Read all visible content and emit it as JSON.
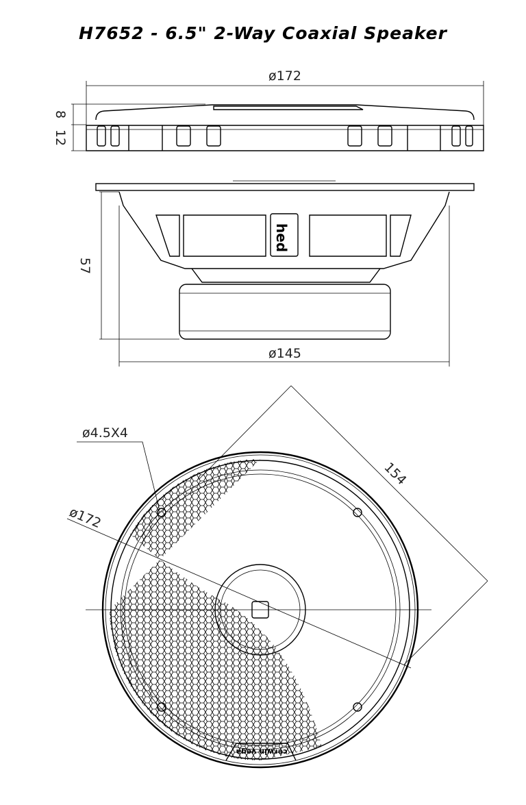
{
  "title": "H7652 - 6.5\" 2-Way Coaxial Speaker",
  "top_view": {
    "diameter": "ø172",
    "height_upper": "8",
    "height_lower": "12"
  },
  "side_view": {
    "depth": "57",
    "cutout_diameter": "ø145",
    "logo": "hed"
  },
  "front_view": {
    "hole_spec": "ø4.5X4",
    "diameter": "ø172",
    "diagonal": "154",
    "logo": "cerwin vega"
  }
}
